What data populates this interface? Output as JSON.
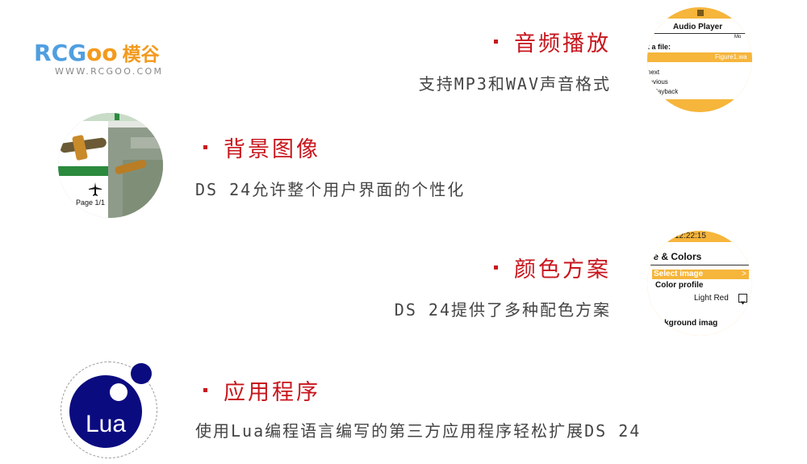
{
  "logo": {
    "letters": [
      "R",
      "C",
      "G",
      "o",
      "o"
    ],
    "cn": "模谷",
    "url": "WWW.RCGOO.COM"
  },
  "features": [
    {
      "title": "音频播放",
      "desc": "支持MP3和WAV声音格式"
    },
    {
      "title": "背景图像",
      "desc": "DS 24允许整个用户界面的个性化"
    },
    {
      "title": "颜色方案",
      "desc": "DS 24提供了多种配色方案"
    },
    {
      "title": "应用程序",
      "desc": "使用Lua编程语言编写的第三方应用程序轻松扩展DS 24"
    }
  ],
  "audio_screen": {
    "title": "Audio Player",
    "small": "Mo",
    "select": "t a file:",
    "file": "Figure1.wa",
    "items": [
      "next",
      "revious",
      "e playback"
    ]
  },
  "background_screen": {
    "page": "Page 1/1"
  },
  "colors_screen": {
    "clock": "12:22:15",
    "heading": "ge & Colors",
    "selected": "Select image",
    "selected_arrow": ">",
    "profile_label": "Color profile",
    "profile_value": "Light Red",
    "background": "ackground imag"
  },
  "lua": {
    "label": "Lua"
  },
  "colors": {
    "title_red": "#c8161d",
    "logo_blue": "#4f9fe0",
    "logo_orange": "#f39a1e",
    "audio_yellow": "#f6b53b",
    "lua_blue": "#0b0b80"
  }
}
